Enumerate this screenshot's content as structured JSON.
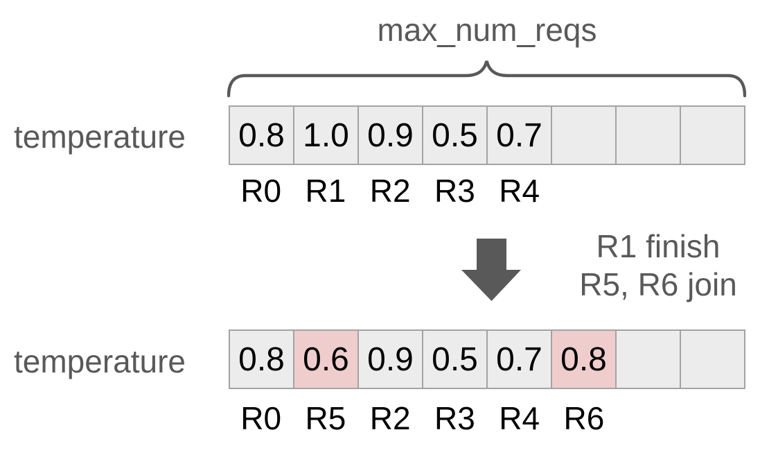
{
  "colors": {
    "cell_bg": "#ececec",
    "cell_highlight_bg": "#f0cdcd",
    "cell_border": "#a3a3a3",
    "muted_text": "#595959",
    "accent_dark": "#595959"
  },
  "brace_label": "max_num_reqs",
  "transition": {
    "line1": "R1 finish",
    "line2": "R5, R6 join"
  },
  "arrays": {
    "before": {
      "label": "temperature",
      "cells": [
        {
          "value": "0.8",
          "request": "R0",
          "highlight": false
        },
        {
          "value": "1.0",
          "request": "R1",
          "highlight": false
        },
        {
          "value": "0.9",
          "request": "R2",
          "highlight": false
        },
        {
          "value": "0.5",
          "request": "R3",
          "highlight": false
        },
        {
          "value": "0.7",
          "request": "R4",
          "highlight": false
        },
        {
          "value": "",
          "request": "",
          "highlight": false
        },
        {
          "value": "",
          "request": "",
          "highlight": false
        },
        {
          "value": "",
          "request": "",
          "highlight": false
        }
      ]
    },
    "after": {
      "label": "temperature",
      "cells": [
        {
          "value": "0.8",
          "request": "R0",
          "highlight": false
        },
        {
          "value": "0.6",
          "request": "R5",
          "highlight": true
        },
        {
          "value": "0.9",
          "request": "R2",
          "highlight": false
        },
        {
          "value": "0.5",
          "request": "R3",
          "highlight": false
        },
        {
          "value": "0.7",
          "request": "R4",
          "highlight": false
        },
        {
          "value": "0.8",
          "request": "R6",
          "highlight": true
        },
        {
          "value": "",
          "request": "",
          "highlight": false
        },
        {
          "value": "",
          "request": "",
          "highlight": false
        }
      ]
    }
  }
}
